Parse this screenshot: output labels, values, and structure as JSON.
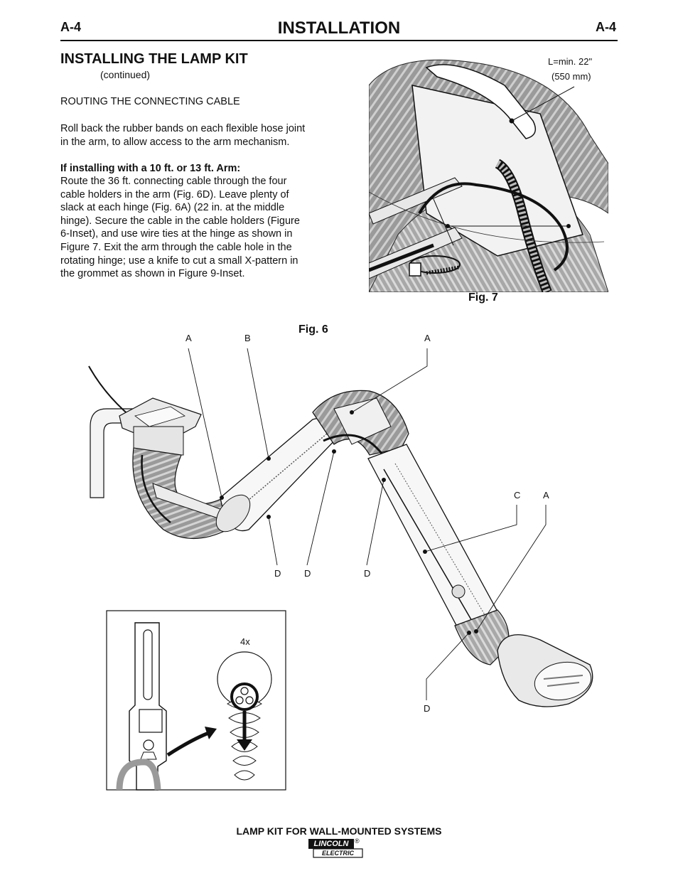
{
  "header": {
    "page_left": "A-4",
    "title": "INSTALLATION",
    "page_right": "A-4"
  },
  "section": {
    "title": "INSTALLING THE LAMP KIT",
    "subtitle": "(continued)"
  },
  "body": {
    "routing_heading": "ROUTING THE CONNECTING CABLE",
    "para1_lines": [
      "Roll back the rubber bands on each flexible hose joint",
      "in the arm, to allow access to the arm mechanism."
    ],
    "bold_heading": "If installing with a 10 ft. or 13 ft. Arm:",
    "para2_lines": [
      "Route the 36 ft. connecting cable through the four",
      "cable holders in the arm (Fig. 6D). Leave plenty of",
      "slack at each hinge (Fig. 6A) (22 in. at the middle",
      "hinge). Secure the cable in the cable holders (Figure",
      "6-Inset), and use wire ties at the hinge as shown in",
      "Figure 7.  Exit the arm through the cable hole in the",
      "rotating hinge; use a knife to cut a small X-pattern in",
      "the grommet as shown in Figure 9-Inset."
    ]
  },
  "fig7": {
    "label": "Fig. 7",
    "length_line1": "L=min. 22\"",
    "length_line2": "(550 mm)"
  },
  "fig6": {
    "label": "Fig. 6",
    "callouts": {
      "a1": "A",
      "b": "B",
      "a2": "A",
      "c": "C",
      "a3": "A",
      "d1": "D",
      "d2": "D",
      "d3": "D",
      "d4": "D"
    },
    "inset_count": "4x"
  },
  "footer": {
    "title": "LAMP KIT FOR WALL-MOUNTED SYSTEMS",
    "logo_top": "LINCOLN",
    "logo_bottom": "ELECTRIC",
    "logo_mark": "®"
  }
}
